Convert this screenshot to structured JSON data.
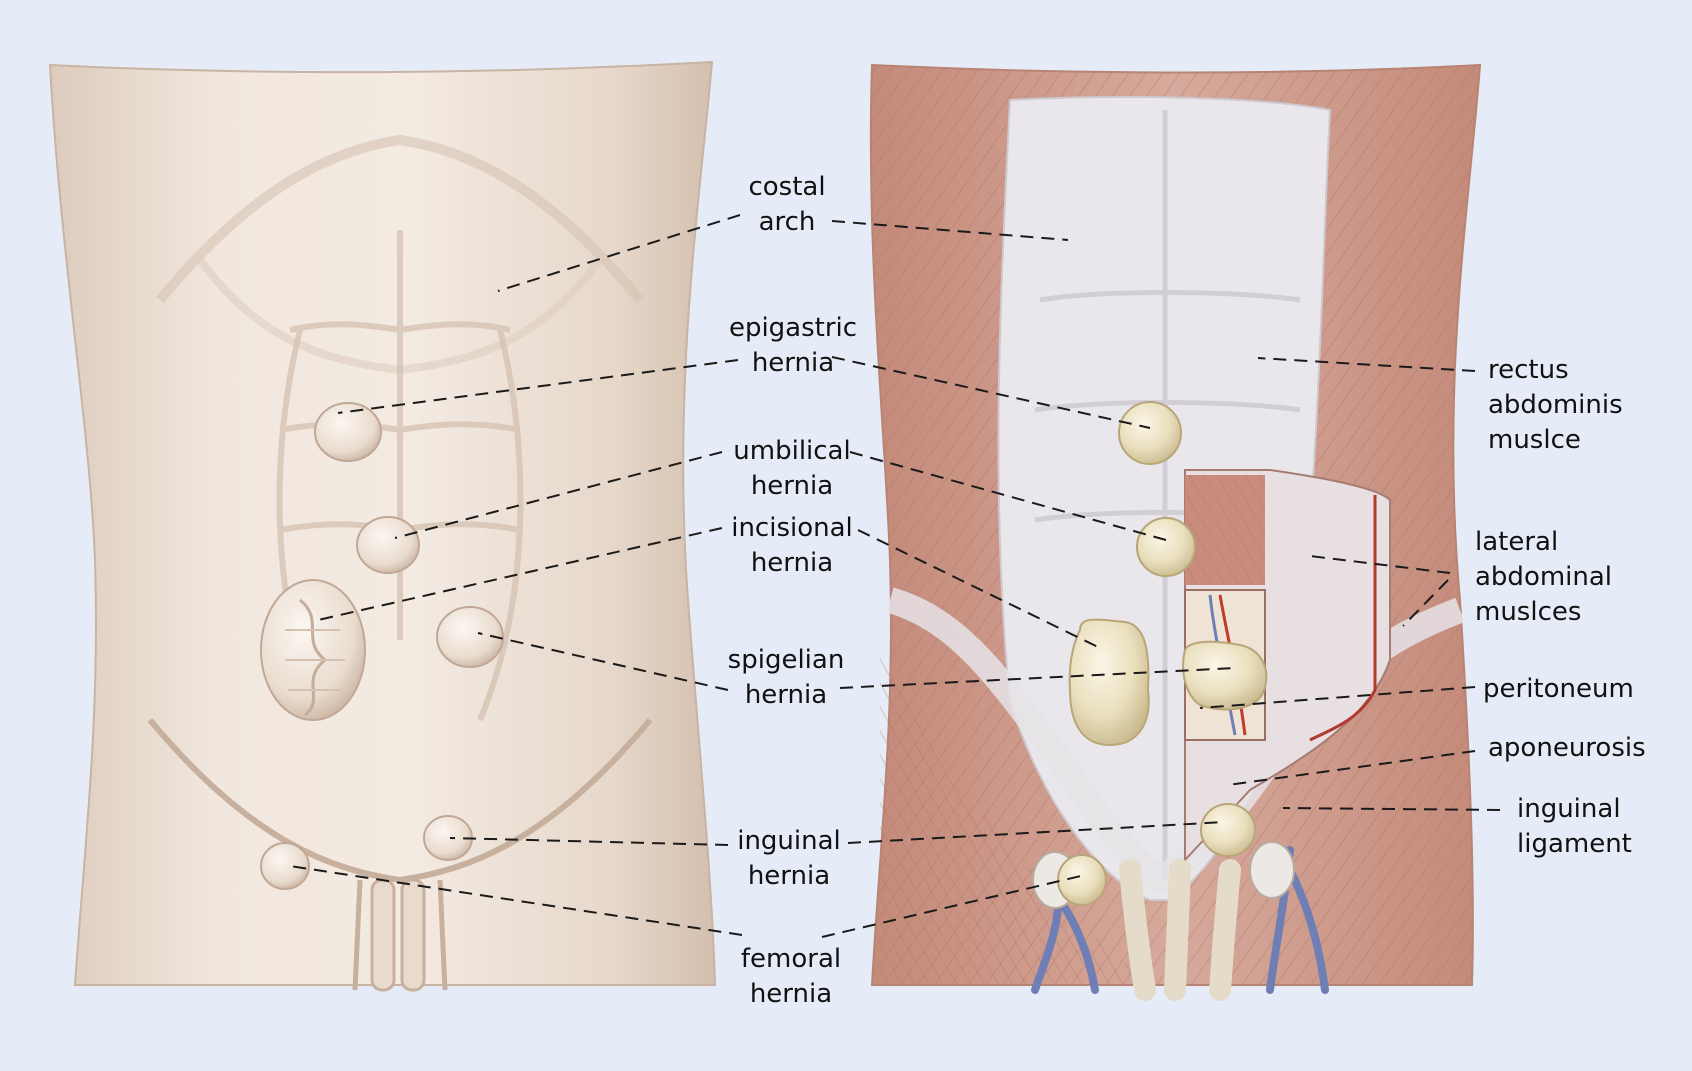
{
  "labels": {
    "costal_arch": [
      "costal",
      "arch"
    ],
    "epigastric_hernia": [
      "epigastric",
      "hernia"
    ],
    "umbilical_hernia": [
      "umbilical",
      "hernia"
    ],
    "incisional_hernia": [
      "incisional",
      "hernia"
    ],
    "spigelian_hernia": [
      "spigelian",
      "hernia"
    ],
    "inguinal_hernia": [
      "inguinal",
      "hernia"
    ],
    "femoral_hernia": [
      "femoral",
      "hernia"
    ],
    "rectus_abdominis": [
      "rectus",
      "abdominis",
      "muslce"
    ],
    "lateral_abdominal": [
      "lateral",
      "abdominal",
      "muslces"
    ],
    "peritoneum": [
      "peritoneum"
    ],
    "aponeurosis": [
      "aponeurosis"
    ],
    "inguinal_ligament": [
      "inguinal",
      "ligament"
    ]
  },
  "colors": {
    "background": "#e6ecf7",
    "skin": "#efe4da",
    "skin_shadow": "#d5c2b2",
    "muscle": "#c79585",
    "fascia": "#e8e6ea",
    "hernia_sac": "#ebe2c2",
    "vein": "#6f7fb5",
    "artery": "#c0392b"
  }
}
